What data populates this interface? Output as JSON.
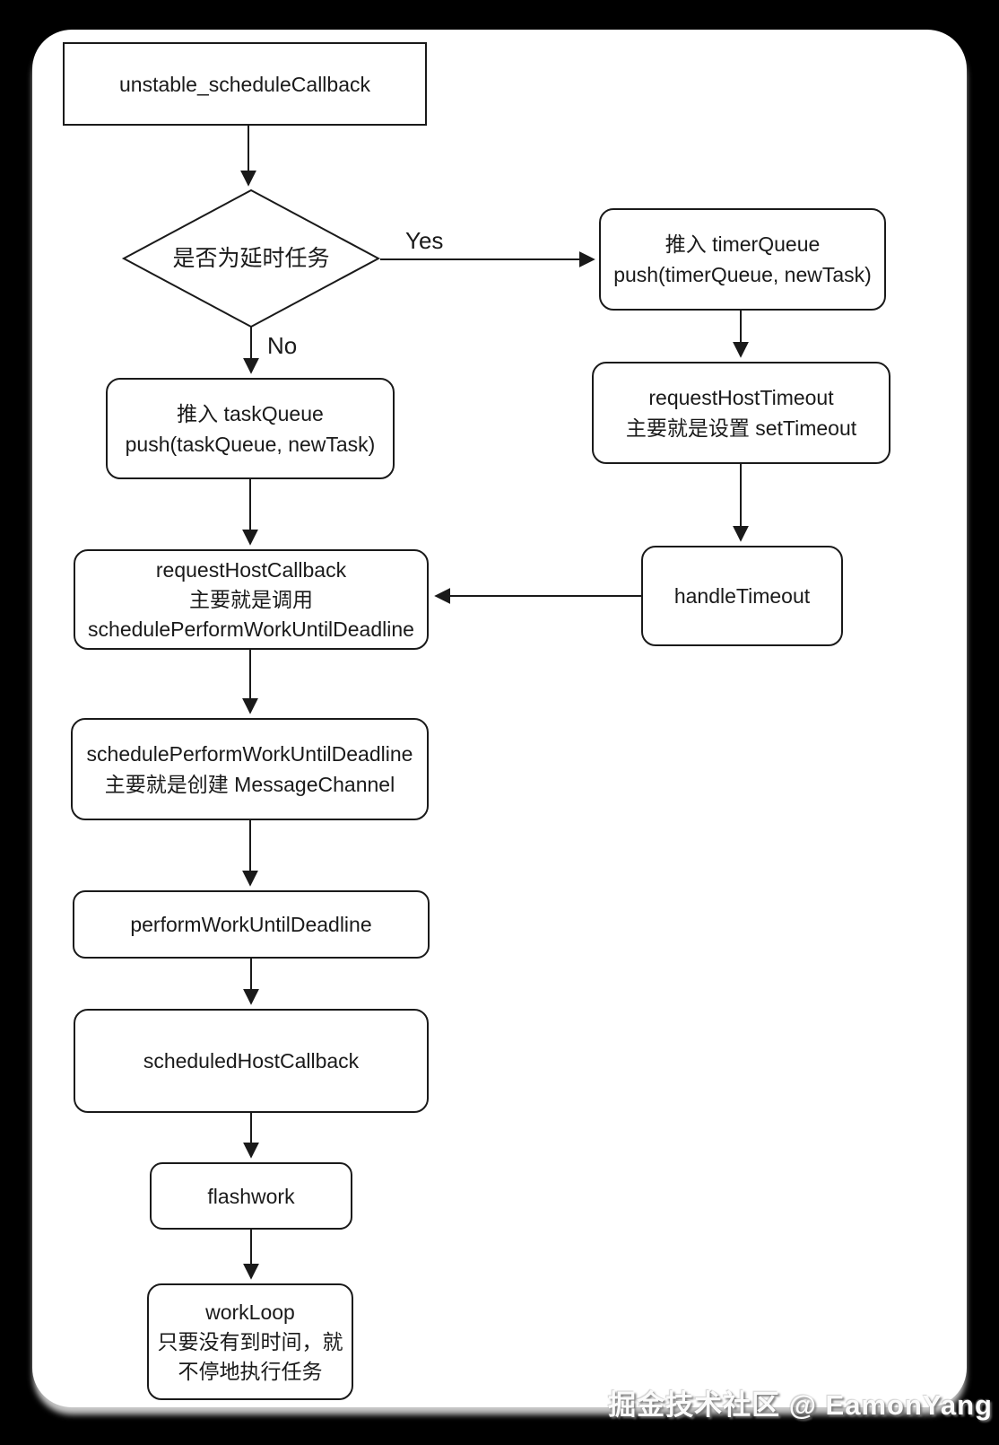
{
  "diagram_title": "unstable_scheduleCallback scheduler flow",
  "nodes": {
    "unstable": {
      "label": "unstable_scheduleCallback"
    },
    "decision": {
      "label": "是否为延时任务"
    },
    "timer_queue": {
      "line1": "推入 timerQueue",
      "line2": "push(timerQueue, newTask)"
    },
    "task_queue": {
      "line1": "推入 taskQueue",
      "line2": "push(taskQueue, newTask)"
    },
    "request_host_timeout": {
      "line1": "requestHostTimeout",
      "line2": "主要就是设置 setTimeout"
    },
    "handle_timeout": {
      "label": "handleTimeout"
    },
    "request_host_callback": {
      "line1": "requestHostCallback",
      "line2": "主要就是调用",
      "line3": "schedulePerformWorkUntilDeadline"
    },
    "schedule_perform_work": {
      "line1": "schedulePerformWorkUntilDeadline",
      "line2": "主要就是创建 MessageChannel"
    },
    "perform_work": {
      "label": "performWorkUntilDeadline"
    },
    "scheduled_host_callback": {
      "label": "scheduledHostCallback"
    },
    "flashwork": {
      "label": "flashwork"
    },
    "work_loop": {
      "line1": "workLoop",
      "line2": "只要没有到时间，就",
      "line3": "不停地执行任务"
    }
  },
  "edges": {
    "yes_label": "Yes",
    "no_label": "No"
  },
  "watermark": {
    "text": "掘金技术社区 @ EamonYang"
  },
  "colors": {
    "background": "#000000",
    "card": "#ffffff",
    "stroke": "#1a1a1a"
  }
}
